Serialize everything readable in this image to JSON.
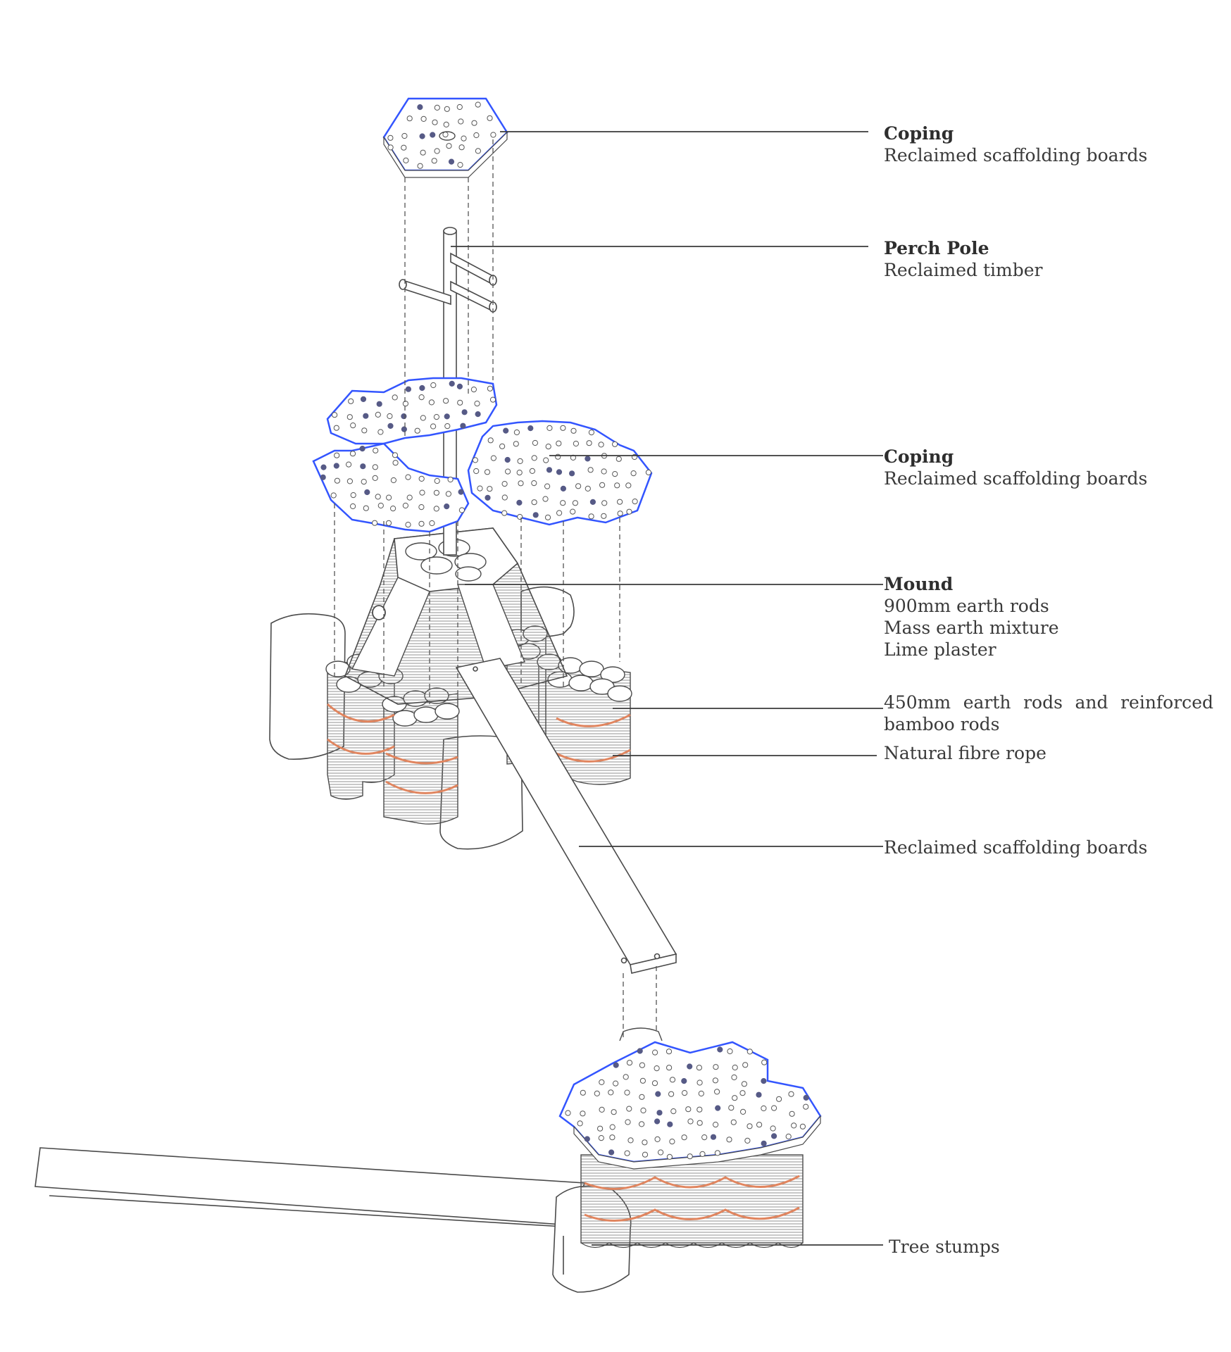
{
  "colors": {
    "line": "#4a4a4a",
    "leader": "#3a3a3a",
    "coping_edge": "#3355ff",
    "rope": "#e0855f",
    "dot_filled": "#565a86",
    "text": "#3a3a3a"
  },
  "labels": {
    "coping_top": {
      "title": "Coping",
      "lines": [
        "Reclaimed scaffolding boards"
      ]
    },
    "perch_pole": {
      "title": "Perch Pole",
      "lines": [
        "Reclaimed timber"
      ]
    },
    "coping_mid": {
      "title": "Coping",
      "lines": [
        "Reclaimed scaffolding boards"
      ]
    },
    "mound": {
      "title": "Mound",
      "lines": [
        "900mm earth rods",
        "Mass earth mixture",
        "Lime plaster"
      ]
    },
    "earth_rods": {
      "text": "450mm earth rods and reinforced bamboo rods"
    },
    "rope": {
      "text": "Natural fibre rope"
    },
    "boards": {
      "text": "Reclaimed scaffolding boards"
    },
    "stumps": {
      "text": "Tree stumps"
    }
  }
}
